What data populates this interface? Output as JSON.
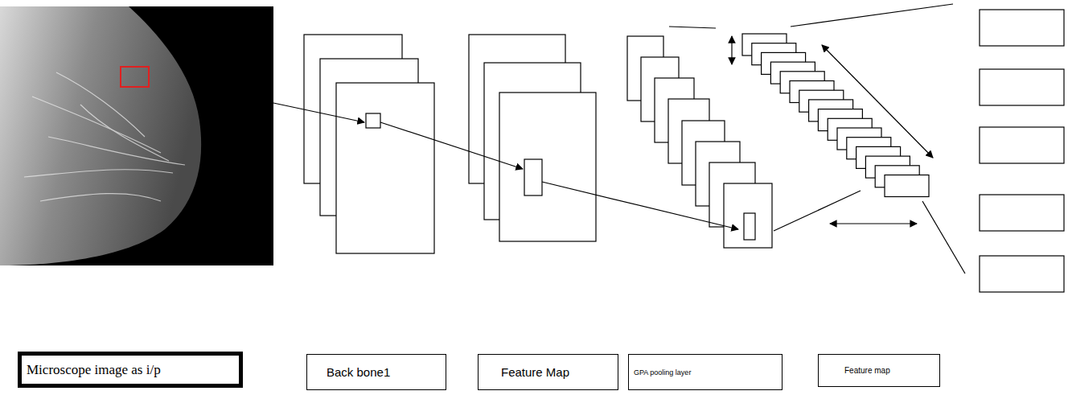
{
  "diagram": {
    "nodes": [
      {
        "text": [
          "Microscope image as i/p"
        ]
      },
      {
        "text": [
          "Back bone1"
        ]
      },
      {
        "text": [
          "Feature Map"
        ]
      },
      {
        "text": [
          "GPA pooling layer"
        ]
      },
      {
        "text": [
          "Feature map"
        ]
      }
    ]
  }
}
